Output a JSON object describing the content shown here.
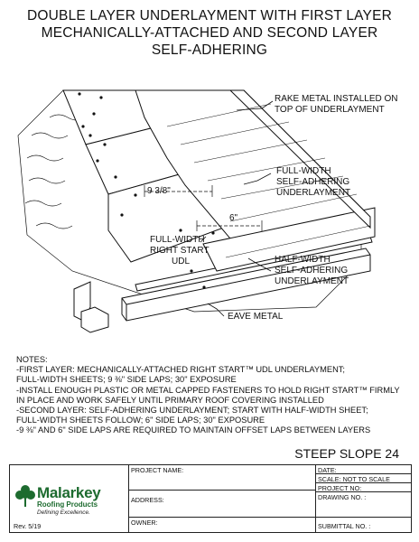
{
  "title": {
    "line1": "DOUBLE LAYER UNDERLAYMENT WITH FIRST LAYER",
    "line2": "MECHANICALLY-ATTACHED AND SECOND LAYER",
    "line3": "SELF-ADHERING"
  },
  "callouts": {
    "rake_metal_1": "RAKE METAL INSTALLED ON",
    "rake_metal_2": "TOP OF UNDERLAYMENT",
    "full_width_1": "FULL-WIDTH",
    "full_width_2": "SELF-ADHERING",
    "full_width_3": "UNDERLAYMENT",
    "dim_9": "9 3/8\"",
    "dim_6": "6\"",
    "right_start_1": "FULL-WIDTH",
    "right_start_2": "RIGHT START",
    "right_start_3": "UDL",
    "half_width_1": "HALF-WIDTH",
    "half_width_2": "SELF-ADHERING",
    "half_width_3": "UNDERLAYMENT",
    "eave_metal": "EAVE METAL"
  },
  "notes": {
    "heading": "NOTES:",
    "l1": "-FIRST LAYER: MECHANICALLY-ATTACHED RIGHT START™ UDL UNDERLAYMENT;",
    "l2": "FULL-WIDTH SHEETS; 9 ⅜\"  SIDE LAPS; 30\" EXPOSURE",
    "l3": "-INSTALL ENOUGH PLASTIC OR METAL CAPPED FASTENERS TO HOLD RIGHT START™ FIRMLY",
    "l4": "IN PLACE AND WORK SAFELY UNTIL PRIMARY ROOF COVERING INSTALLED",
    "l5": "-SECOND LAYER: SELF-ADHERING UNDERLAYMENT; START WITH HALF-WIDTH SHEET;",
    "l6": "FULL-WIDTH SHEETS FOLLOW; 6\" SIDE LAPS; 30\" EXPOSURE",
    "l7": "-9 ⅜\" AND 6\" SIDE LAPS ARE REQUIRED TO MAINTAIN OFFSET LAPS BETWEEN LAYERS"
  },
  "detail_id": "STEEP SLOPE 24",
  "titleblock": {
    "logo_name": "Malarkey",
    "logo_sub": "Roofing Products",
    "logo_tag": "Defining Excellence.",
    "rev": "Rev. 5/19",
    "project_name": "PROJECT NAME:",
    "address": "ADDRESS:",
    "owner": "OWNER:",
    "date": "DATE:",
    "scale": "SCALE:  NOT TO SCALE",
    "project_no": "PROJECT NO:",
    "drawing_no": "DRAWING NO. :",
    "submittal_no": "SUBMITTAL NO. :"
  },
  "colors": {
    "line": "#111111",
    "brand_green": "#1d6b2f"
  }
}
